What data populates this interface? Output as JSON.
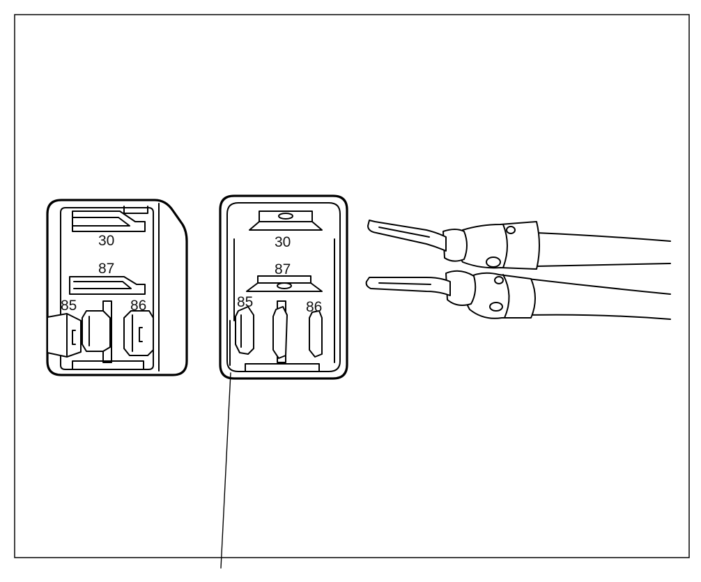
{
  "relay_left": {
    "terminal_30": "30",
    "terminal_87": "87",
    "terminal_85": "85",
    "terminal_86": "86"
  },
  "relay_right": {
    "terminal_30": "30",
    "terminal_87": "87",
    "terminal_85": "85",
    "terminal_86": "86"
  },
  "colors": {
    "line": "#000000",
    "background": "#ffffff"
  }
}
